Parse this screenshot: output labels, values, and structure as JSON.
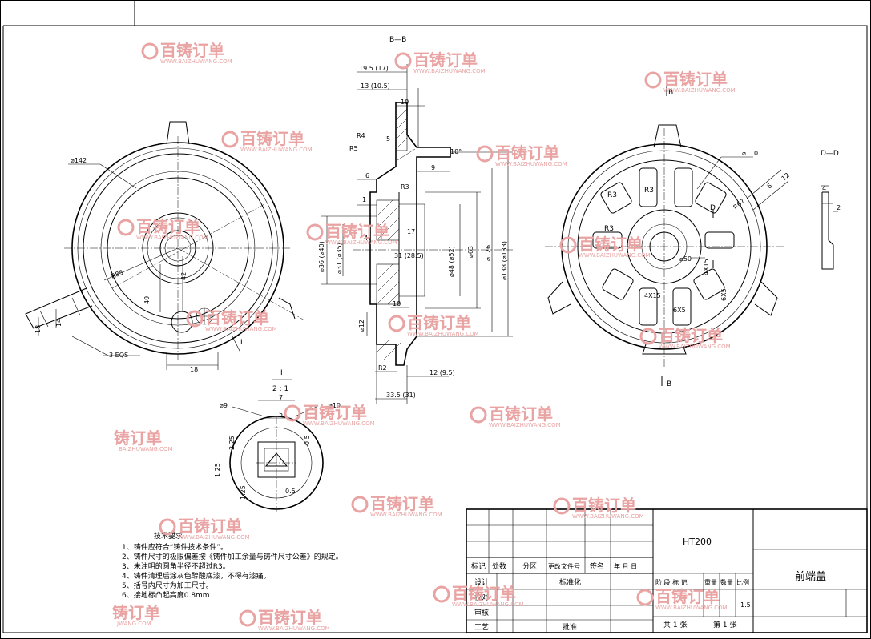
{
  "watermark": {
    "brand": "百铸订单",
    "site": "WWW.BAIZHUWANG.COM",
    "partial_brand": "铸订单",
    "partial_site": "BAIZHUWANG.COM",
    "partial_site_2": "JWANG.COM"
  },
  "section_labels": {
    "bb": "B—B",
    "b_top": "B",
    "b_bottom": "B",
    "dd": "D—D",
    "d": "D",
    "detail_num": "I",
    "detail_scale": "2 : 1",
    "detail_mark": "I"
  },
  "dims_section": {
    "d1": "19.5 (17)",
    "d2": "13 (10.5)",
    "d3": "10",
    "d4": "R4",
    "d5": "R5",
    "d6": "5",
    "d7": "10°",
    "d8": "6",
    "d9": "9",
    "d10": "1",
    "d11": "R3",
    "d12": "17",
    "d13": "⌀36 (⌀40)",
    "d14": "⌀31 (⌀35)",
    "d15": "4",
    "d16": "31 (28.5)",
    "d17": "⌀48 (⌀52)",
    "d18": "⌀63",
    "d19": "⌀126",
    "d20": "⌀138 (⌀133)",
    "d21": "10",
    "d22": "⌀12",
    "d23": "R2",
    "d24": "12 (9.5)",
    "d25": "33.5 (31)"
  },
  "dims_front": {
    "d142": "⌀142",
    "r85": "R85",
    "d42": "42",
    "d49": "49",
    "d18a": "18",
    "d14": "14",
    "d18b": "18",
    "eqs": "3 EQS"
  },
  "dims_rear": {
    "d110": "⌀110",
    "r67": "R67",
    "d6": "6",
    "d12": "12",
    "r3a": "R3",
    "r3b": "R3",
    "r3c": "R3",
    "d50": "⌀50",
    "d4x15a": "4X15",
    "d6x5a": "6X5",
    "d4x15b": "4X15",
    "d6x5b": "6X5"
  },
  "dims_dd": {
    "d4": "4",
    "d2": "2"
  },
  "dims_detail": {
    "d9": "⌀9",
    "d10": "⌀10",
    "d7": "7",
    "d5": "5",
    "d2_25": "2.25",
    "d0_5a": "0.5",
    "d1_25a": "1.25",
    "d1_25b": "1.25",
    "d0_5b": "0.5"
  },
  "requirements": {
    "title": "技术要求",
    "items": [
      "1、铸件应符合“铸件技术条件”。",
      "2、铸件尺寸的极限偏差按《铸件加工余量与铸件尺寸公差》的规定。",
      "3、未注明的圆角半径不超过R3。",
      "4、铸件清理后涂灰色醇酸底漆，不得有漆痛。",
      "5、括号内尺寸为加工尺寸。",
      "6、接地标凸起高度0.8mm"
    ]
  },
  "title_block": {
    "material": "HT200",
    "part_name": "前端盖",
    "rev_headers": [
      "标记",
      "处数",
      "分区",
      "更改文件号",
      "签名",
      "年 月 日"
    ],
    "design": "设计",
    "standardize": "标准化",
    "proofread": "校对",
    "review": "审核",
    "craft": "工艺",
    "approve": "批准",
    "stage": "阶 段 标 记",
    "weight": "重量",
    "quantity": "数量",
    "scale": "比例",
    "scale_value": "1.5",
    "total_sheets": "共 1 张",
    "sheet_no": "第 1 张"
  }
}
